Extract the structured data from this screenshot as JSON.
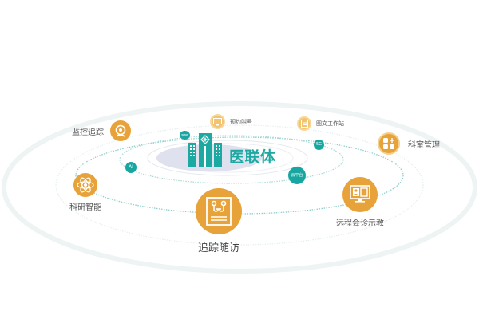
{
  "diagram": {
    "hub": {
      "title": "医联体",
      "icon": "hospital-buildings-icon",
      "color": "#1ba9a2"
    },
    "tech_tags": [
      {
        "id": "tag-top-left",
        "label": "www"
      },
      {
        "id": "tag-ai",
        "label": "AI"
      },
      {
        "id": "tag-5g",
        "label": "5G"
      },
      {
        "id": "tag-cloud",
        "label": "云平台"
      }
    ],
    "modules": [
      {
        "id": "monitor",
        "label": "监控追踪",
        "icon": "webcam-icon"
      },
      {
        "id": "appointment",
        "label": "预约叫号",
        "icon": "monitor-icon"
      },
      {
        "id": "imaging",
        "label": "图文工作站",
        "icon": "document-icon"
      },
      {
        "id": "department",
        "label": "科室管理",
        "icon": "grid-plus-icon"
      },
      {
        "id": "research",
        "label": "科研智能",
        "icon": "atom-icon"
      },
      {
        "id": "followup",
        "label": "追踪随访",
        "icon": "follow-up-chart-icon"
      },
      {
        "id": "remote",
        "label": "远程会诊示教",
        "icon": "video-consultation-icon"
      }
    ],
    "colors": {
      "module_orange": "#e8a23a",
      "tag_teal": "#18a7a0",
      "hub_ellipse": "#dfe1ee",
      "orbit_line": "#9fd3d0"
    }
  }
}
